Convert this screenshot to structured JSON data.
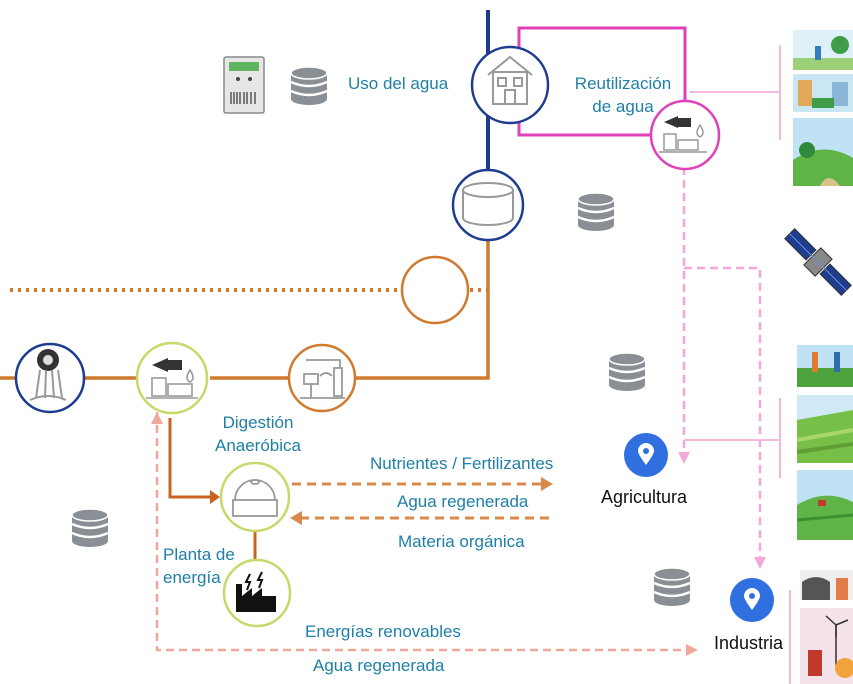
{
  "labels": {
    "uso_agua": "Uso del agua",
    "reutilizacion": [
      "Reutilización",
      "de agua"
    ],
    "digestion": [
      "Digestión",
      "Anaeróbica"
    ],
    "nutrientes": "Nutrientes / Fertilizantes",
    "agua_regenerada_1": "Agua regenerada",
    "materia_organica": "Materia orgánica",
    "planta": [
      "Planta de",
      "energía"
    ],
    "energias_renovables": "Energías renovables",
    "agua_regenerada_2": "Agua regenerada",
    "agricultura": "Agricultura",
    "industria": "Industria"
  },
  "icons": {
    "meter": "water-meter-icon",
    "database": "database-icon",
    "house": "house-icon",
    "reuse": "water-reuse-icon",
    "tank": "water-tank-icon",
    "intake": "water-intake-icon",
    "treatment": "treatment-plant-icon",
    "filter": "filter-plant-icon",
    "digester": "digester-dome-icon",
    "factory": "factory-icon",
    "location": "location-pin-icon",
    "satellite": "satellite-icon"
  },
  "colors": {
    "dark_blue": "#1f3d8f",
    "orange": "#c8641e",
    "magenta": "#e040b8",
    "pink_dashed": "#f4a8d8",
    "salmon_dashed": "#f0a89a",
    "lime": "#c8d86a",
    "label_blue": "#1f7fa6",
    "pin_blue": "#2f6fe0",
    "db_gray": "#8a8f96"
  }
}
